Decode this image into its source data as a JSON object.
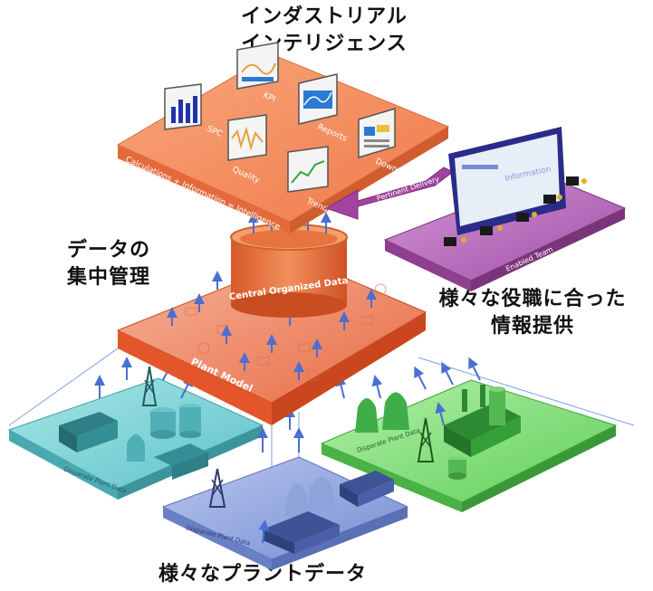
{
  "headings": {
    "industrial_intelligence": "インダストリアル\nインテリジェンス",
    "central_management": "データの\n集中管理",
    "role_based_info": "様々な役職に合った\n情報提供",
    "various_plant_data": "様々なプラントデータ"
  },
  "top_platform": {
    "equation": "Calculations + Information = Intelligence",
    "cards": [
      "SPC",
      "KPI",
      "Quality",
      "Reports",
      "Trends",
      "Downtime"
    ]
  },
  "delivery": {
    "arrow_label": "Pertinent Delivery",
    "team_label": "Enabled Team",
    "screen_label": "Information"
  },
  "central": {
    "cylinder_label": "Central Organized Data",
    "plant_model_label": "Plant Model"
  },
  "plants": {
    "left_label": "Disparate Plant Data",
    "right_label": "Disparate Plant Data",
    "front_label": "Disparate Plant Data"
  },
  "colors": {
    "top_platform": "#f58a5a",
    "plant_model": "#e8623a",
    "cylinder": "#e9733e",
    "team_platform": "#b35fb6",
    "plant_left": "#7fd4d8",
    "plant_right": "#7ee07a",
    "plant_front": "#8ea3da",
    "arrow": "#4a6fd1"
  }
}
